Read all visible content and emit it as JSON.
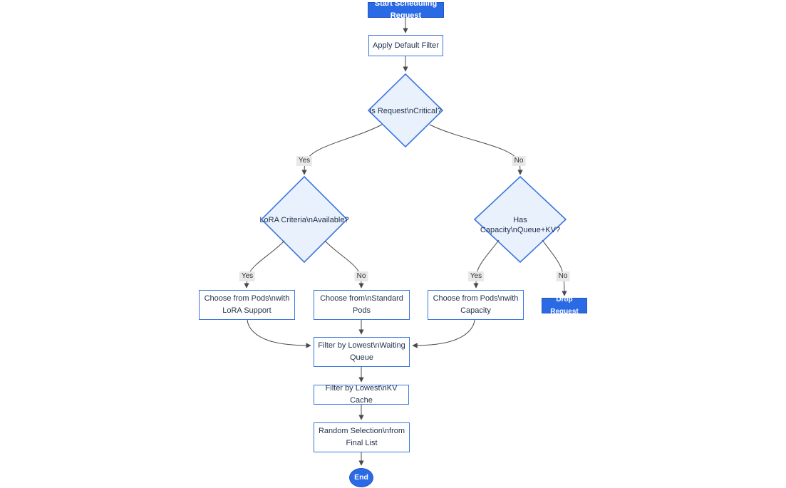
{
  "theme": {
    "pill_fill": "#2a6ae4",
    "pill_border": "#2257c2",
    "pill_text": "#ffffff",
    "node_fill": "#ffffff",
    "node_border": "#3b76e0",
    "decision_fill": "#e9f1fc",
    "node_text": "#22324e",
    "edge_line": "#4a4a4a",
    "edge_label_bg": "#e8e8e8",
    "edge_label_text": "#333333",
    "background": "#ffffff"
  },
  "diagram": {
    "type": "flowchart",
    "direction": "top-down",
    "nodes": {
      "start": {
        "shape": "stadium",
        "label": "Start Scheduling Request"
      },
      "apply_default_filter": {
        "shape": "rect",
        "label": "Apply Default Filter"
      },
      "is_request_critical": {
        "shape": "diamond",
        "label": "Is Request\\nCritical?"
      },
      "lora_criteria_available": {
        "shape": "diamond",
        "label": "LoRA Criteria\\nAvailable?"
      },
      "has_capacity_queue_kv": {
        "shape": "diamond",
        "label": "Has Capacity\\nQueue+KV?"
      },
      "choose_pods_lora": {
        "shape": "rect",
        "label": [
          "Choose from Pods\\nwith",
          "LoRA Support"
        ]
      },
      "choose_standard_pods": {
        "shape": "rect",
        "label": [
          "Choose from\\nStandard",
          "Pods"
        ]
      },
      "choose_pods_capacity": {
        "shape": "rect",
        "label": [
          "Choose from Pods\\nwith",
          "Capacity"
        ]
      },
      "drop_request": {
        "shape": "stadium",
        "label": "Drop Request"
      },
      "filter_waiting_queue": {
        "shape": "rect",
        "label": [
          "Filter by Lowest\\nWaiting",
          "Queue"
        ]
      },
      "filter_kv_cache": {
        "shape": "rect",
        "label": "Filter by Lowest\\nKV Cache"
      },
      "random_selection": {
        "shape": "rect",
        "label": [
          "Random Selection\\nfrom",
          "Final List"
        ]
      },
      "end": {
        "shape": "stadium",
        "label": "End"
      }
    },
    "edges": [
      {
        "from": "start",
        "to": "apply_default_filter",
        "label": ""
      },
      {
        "from": "apply_default_filter",
        "to": "is_request_critical",
        "label": ""
      },
      {
        "from": "is_request_critical",
        "to": "lora_criteria_available",
        "label": "Yes"
      },
      {
        "from": "is_request_critical",
        "to": "has_capacity_queue_kv",
        "label": "No"
      },
      {
        "from": "lora_criteria_available",
        "to": "choose_pods_lora",
        "label": "Yes"
      },
      {
        "from": "lora_criteria_available",
        "to": "choose_standard_pods",
        "label": "No"
      },
      {
        "from": "has_capacity_queue_kv",
        "to": "choose_pods_capacity",
        "label": "Yes"
      },
      {
        "from": "has_capacity_queue_kv",
        "to": "drop_request",
        "label": "No"
      },
      {
        "from": "choose_pods_lora",
        "to": "filter_waiting_queue",
        "label": ""
      },
      {
        "from": "choose_standard_pods",
        "to": "filter_waiting_queue",
        "label": ""
      },
      {
        "from": "choose_pods_capacity",
        "to": "filter_waiting_queue",
        "label": ""
      },
      {
        "from": "filter_waiting_queue",
        "to": "filter_kv_cache",
        "label": ""
      },
      {
        "from": "filter_kv_cache",
        "to": "random_selection",
        "label": ""
      },
      {
        "from": "random_selection",
        "to": "end",
        "label": ""
      }
    ]
  }
}
